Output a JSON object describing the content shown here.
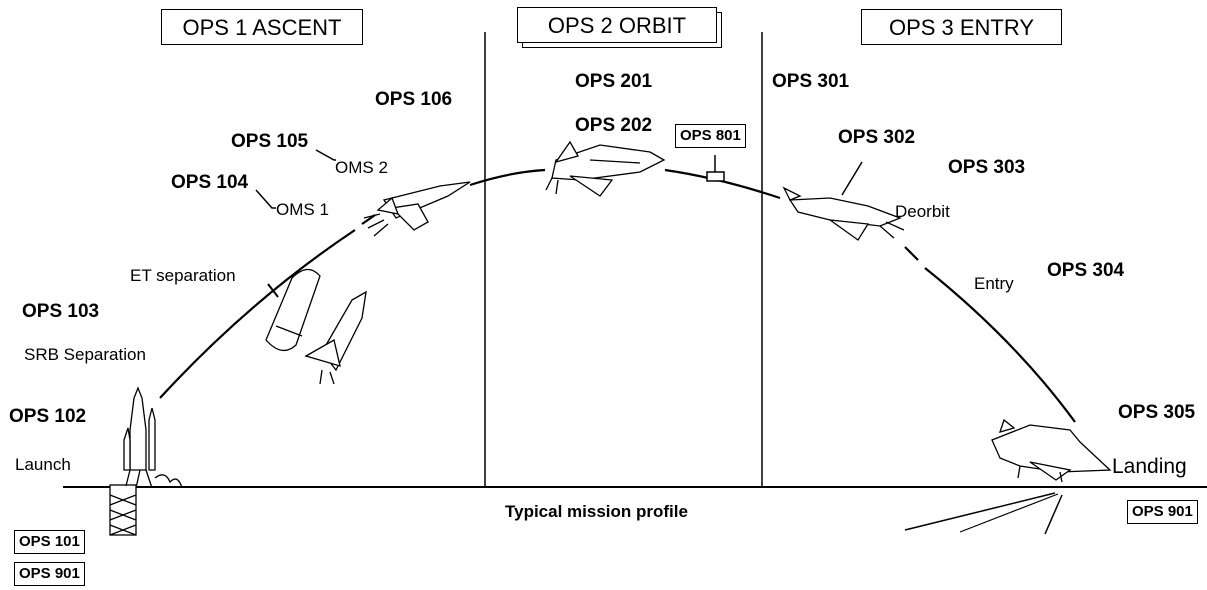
{
  "headers": {
    "ascent": "OPS 1 ASCENT",
    "orbit": "OPS 2 ORBIT",
    "entry": "OPS 3 ENTRY"
  },
  "ops_codes": {
    "ops101": "OPS 101",
    "ops102": "OPS 102",
    "ops103": "OPS 103",
    "ops104": "OPS 104",
    "ops105": "OPS 105",
    "ops106": "OPS 106",
    "ops201": "OPS 201",
    "ops202": "OPS 202",
    "ops801": "OPS 801",
    "ops301": "OPS 301",
    "ops302": "OPS 302",
    "ops303": "OPS 303",
    "ops304": "OPS 304",
    "ops305": "OPS 305",
    "ops901_left": "OPS 901",
    "ops901_right": "OPS 901"
  },
  "phase_labels": {
    "launch": "Launch",
    "srb_separation": "SRB Separation",
    "et_separation": "ET separation",
    "oms1": "OMS 1",
    "oms2": "OMS 2",
    "deorbit": "Deorbit",
    "entry": "Entry",
    "landing": "Landing"
  },
  "caption": "Typical mission profile"
}
